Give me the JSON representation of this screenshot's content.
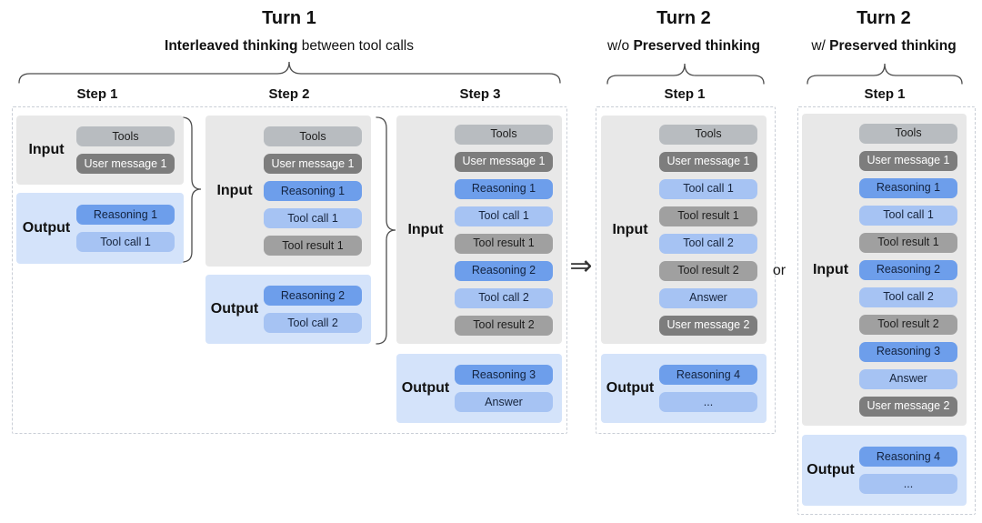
{
  "headers": {
    "turn1": {
      "title": "Turn 1",
      "subtitle_bold": "Interleaved thinking",
      "subtitle_rest": " between tool calls"
    },
    "turn2_without": {
      "title": "Turn 2",
      "subtitle_prefix": "w/o ",
      "subtitle_bold": "Preserved thinking"
    },
    "turn2_with": {
      "title": "Turn 2",
      "subtitle_prefix": "w/ ",
      "subtitle_bold": "Preserved thinking"
    }
  },
  "labels": {
    "input": "Input",
    "output": "Output"
  },
  "connectors": {
    "arrow": "⇒",
    "or": "or"
  },
  "colors": {
    "input_panel_bg": "#e8e8e8",
    "output_panel_bg": "#d4e3fa",
    "pill_tools_bg": "#b8bcc0",
    "pill_user_message_bg": "#7d7d7d",
    "pill_tool_result_bg": "#a0a0a0",
    "pill_reasoning_bg": "#6d9eeb",
    "pill_tool_call_bg": "#a6c3f3",
    "dashed_border": "#c9ced6"
  },
  "columns": [
    {
      "step_label": "Step 1",
      "input": [
        {
          "text": "Tools",
          "type": "tools"
        },
        {
          "text": "User message 1",
          "type": "user"
        }
      ],
      "output": [
        {
          "text": "Reasoning 1",
          "type": "reasoning"
        },
        {
          "text": "Tool call 1",
          "type": "tool-call"
        }
      ]
    },
    {
      "step_label": "Step 2",
      "input": [
        {
          "text": "Tools",
          "type": "tools"
        },
        {
          "text": "User message 1",
          "type": "user"
        },
        {
          "text": "Reasoning 1",
          "type": "reasoning"
        },
        {
          "text": "Tool call 1",
          "type": "tool-call"
        },
        {
          "text": "Tool result 1",
          "type": "tool-result"
        }
      ],
      "output": [
        {
          "text": "Reasoning 2",
          "type": "reasoning"
        },
        {
          "text": "Tool call 2",
          "type": "tool-call"
        }
      ]
    },
    {
      "step_label": "Step 3",
      "input": [
        {
          "text": "Tools",
          "type": "tools"
        },
        {
          "text": "User message 1",
          "type": "user"
        },
        {
          "text": "Reasoning 1",
          "type": "reasoning"
        },
        {
          "text": "Tool call 1",
          "type": "tool-call"
        },
        {
          "text": "Tool result 1",
          "type": "tool-result"
        },
        {
          "text": "Reasoning 2",
          "type": "reasoning"
        },
        {
          "text": "Tool call 2",
          "type": "tool-call"
        },
        {
          "text": "Tool result 2",
          "type": "tool-result"
        }
      ],
      "output": [
        {
          "text": "Reasoning 3",
          "type": "reasoning"
        },
        {
          "text": "Answer",
          "type": "tool-call"
        }
      ]
    },
    {
      "step_label": "Step 1",
      "input": [
        {
          "text": "Tools",
          "type": "tools"
        },
        {
          "text": "User message 1",
          "type": "user"
        },
        {
          "text": "Tool call 1",
          "type": "tool-call"
        },
        {
          "text": "Tool result 1",
          "type": "tool-result"
        },
        {
          "text": "Tool call 2",
          "type": "tool-call"
        },
        {
          "text": "Tool result 2",
          "type": "tool-result"
        },
        {
          "text": "Answer",
          "type": "tool-call"
        },
        {
          "text": "User message 2",
          "type": "user"
        }
      ],
      "output": [
        {
          "text": "Reasoning 4",
          "type": "reasoning"
        },
        {
          "text": "...",
          "type": "tool-call"
        }
      ]
    },
    {
      "step_label": "Step 1",
      "input": [
        {
          "text": "Tools",
          "type": "tools"
        },
        {
          "text": "User message 1",
          "type": "user"
        },
        {
          "text": "Reasoning 1",
          "type": "reasoning"
        },
        {
          "text": "Tool call 1",
          "type": "tool-call"
        },
        {
          "text": "Tool result 1",
          "type": "tool-result"
        },
        {
          "text": "Reasoning 2",
          "type": "reasoning"
        },
        {
          "text": "Tool call 2",
          "type": "tool-call"
        },
        {
          "text": "Tool result 2",
          "type": "tool-result"
        },
        {
          "text": "Reasoning 3",
          "type": "reasoning"
        },
        {
          "text": "Answer",
          "type": "tool-call"
        },
        {
          "text": "User message 2",
          "type": "user"
        }
      ],
      "output": [
        {
          "text": "Reasoning 4",
          "type": "reasoning"
        },
        {
          "text": "...",
          "type": "tool-call"
        }
      ]
    }
  ]
}
